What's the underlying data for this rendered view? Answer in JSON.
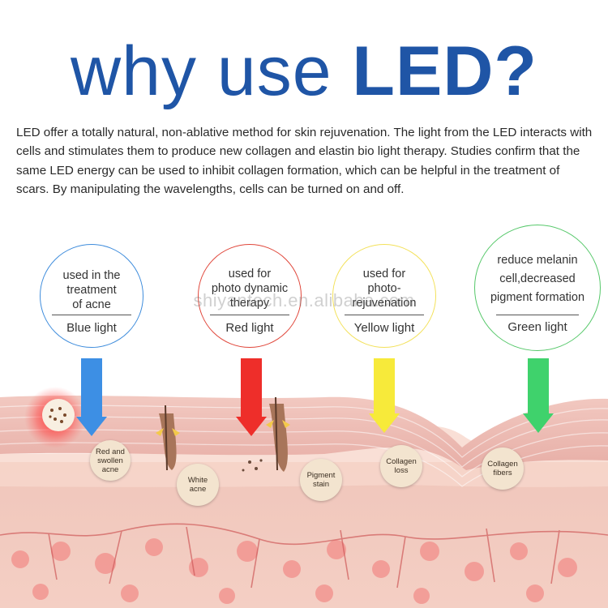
{
  "title": {
    "normal": "why use ",
    "bold": "LED?"
  },
  "intro": "LED offer a totally natural, non-ablative method for skin rejuvenation. The light from the LED interacts with cells and stimulates them to produce new collagen and elastin bio light therapy. Studies confirm that the same LED energy can be used to inhibit collagen formation, which can be helpful in the treatment of scars. By manipulating the wavelengths, cells can be turned on and off.",
  "watermark": "shiyantech.en.alibaba.com",
  "lights": [
    {
      "text": [
        "used in the",
        "treatment",
        "of acne"
      ],
      "label": "Blue light",
      "color": "#3e8cdc",
      "arrow": "#3d8fe4"
    },
    {
      "text": [
        "used for",
        "photo dynamic",
        "therapy"
      ],
      "label": "Red light",
      "color": "#e0463a",
      "arrow": "#ee2e2a"
    },
    {
      "text": [
        "used for",
        "photo-",
        "rejuvenation"
      ],
      "label": "Yellow light",
      "color": "#f3e15a",
      "arrow": "#f7ea3a"
    },
    {
      "text": [
        "reduce melanin",
        "cell,decreased",
        "pigment formation"
      ],
      "label": "Green light",
      "color": "#56c86a",
      "arrow": "#3fd26c"
    }
  ],
  "skin_labels": [
    [
      "Red and",
      "swollen",
      "acne"
    ],
    [
      "White",
      "acne"
    ],
    [
      "Pigment",
      "stain"
    ],
    [
      "Collagen",
      "loss"
    ],
    [
      "Collagen",
      "fibers"
    ]
  ]
}
